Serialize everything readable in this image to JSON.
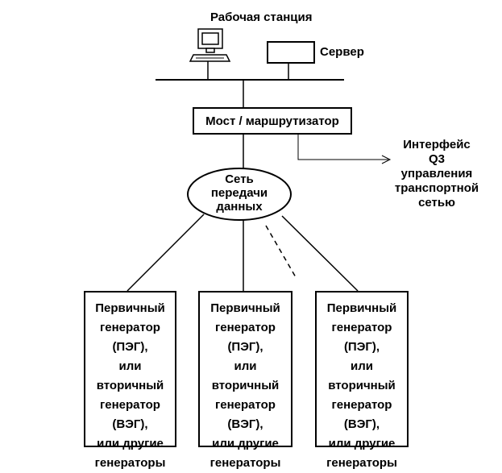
{
  "workstation": {
    "label": "Рабочая станция",
    "icon": "computer-icon"
  },
  "server": {
    "label": "Сервер"
  },
  "bridge": {
    "label": "Мост / маршрутизатор"
  },
  "network": {
    "lines": [
      "Сеть",
      "передачи",
      "данных"
    ]
  },
  "interface": {
    "lines": [
      "Интерфейс",
      "Q3",
      "управления",
      "транспортной",
      "сетью"
    ]
  },
  "generators": [
    {
      "lines": [
        "Первичный",
        "генератор",
        "(ПЭГ),",
        "или",
        "вторичный",
        "генератор",
        "(ВЭГ),",
        "или другие",
        "генераторы"
      ]
    },
    {
      "lines": [
        "Первичный",
        "генератор",
        "(ПЭГ),",
        "или",
        "вторичный",
        "генератор",
        "(ВЭГ),",
        "или другие",
        "генераторы"
      ]
    },
    {
      "lines": [
        "Первичный",
        "генератор",
        "(ПЭГ),",
        "или",
        "вторичный",
        "генератор",
        "(ВЭГ),",
        "или другие",
        "генераторы"
      ]
    }
  ]
}
